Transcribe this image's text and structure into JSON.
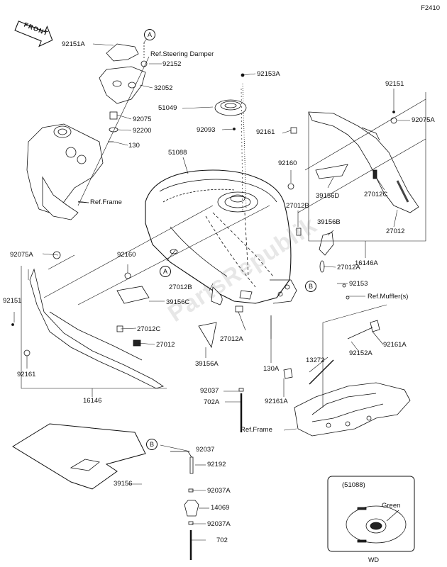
{
  "figure_code": "F2410",
  "front_tag": "FRONT",
  "watermark": "PartsRepublik",
  "inset": {
    "title": "(51088)",
    "color_note": "Green",
    "code": "WD"
  },
  "callouts": {
    "a": "A",
    "b": "B"
  },
  "labels": {
    "l92151A": "92151A",
    "refSteering": "Ref.Steering Damper",
    "l92152": "92152",
    "l32052": "32052",
    "l92075": "92075",
    "l92200": "92200",
    "l130": "130",
    "refFrame1": "Ref.Frame",
    "l92153A": "92153A",
    "l51049": "51049",
    "l92093": "92093",
    "l92151": "92151",
    "l92075A_r": "92075A",
    "l92161_r": "92161",
    "l51088": "51088",
    "l92160_r": "92160",
    "l39156D": "39156D",
    "l27012B_r": "27012B",
    "l27012C_r": "27012C",
    "l27012_r": "27012",
    "l39156B": "39156B",
    "l16146A": "16146A",
    "l27012A_r": "27012A",
    "l92075A_l": "92075A",
    "l92160_l": "92160",
    "l92151_l": "92151",
    "l39156C": "39156C",
    "l27012B_m": "27012B",
    "l27012C_m": "27012C",
    "l27012_m": "27012",
    "l92161_l": "92161",
    "l16146": "16146",
    "l92153": "92153",
    "refMuffler": "Ref.Muffler(s)",
    "l92161A_r": "92161A",
    "l92152A": "92152A",
    "l27012A_m": "27012A",
    "l39156A": "39156A",
    "l130A": "130A",
    "l13272": "13272",
    "l92161A_m": "92161A",
    "l92037_m": "92037",
    "l702A": "702A",
    "refFrame2": "Ref.Frame",
    "l39156": "39156",
    "l92037_b": "92037",
    "l92192": "92192",
    "l92037A_1": "92037A",
    "l14069": "14069",
    "l92037A_2": "92037A",
    "l702": "702"
  }
}
